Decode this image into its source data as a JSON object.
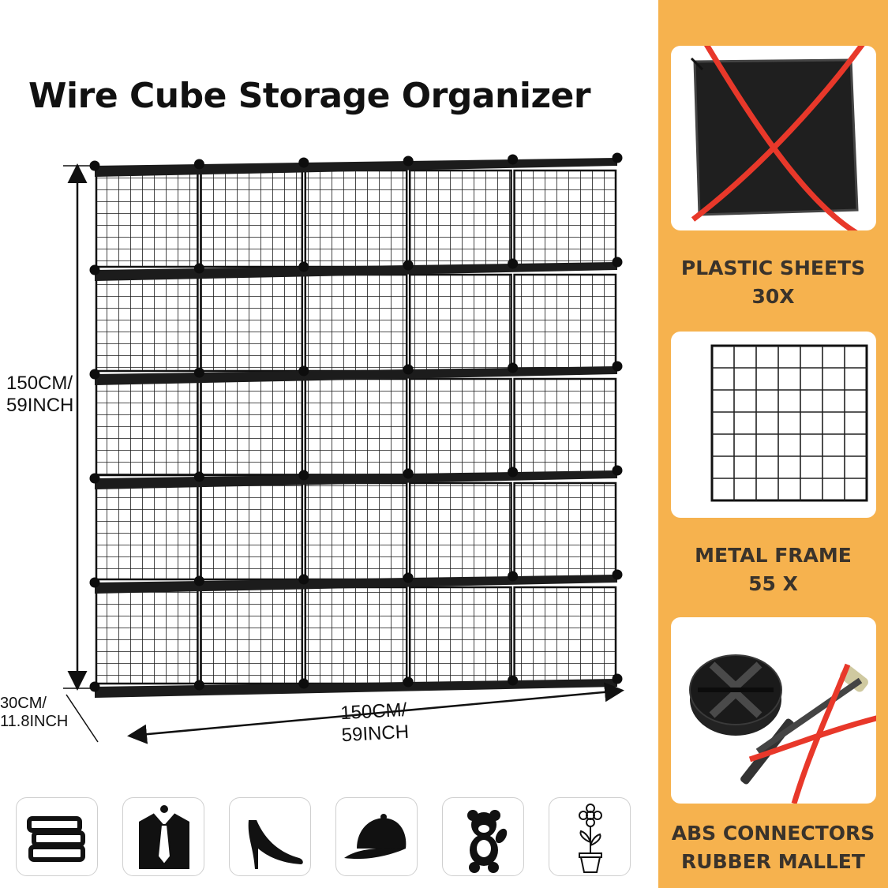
{
  "title": "Wire Cube Storage Organizer",
  "dimensions": {
    "height_line1": "150CM/",
    "height_line2": "59INCH",
    "depth_line1": "30CM/",
    "depth_line2": "11.8INCH",
    "width_line1": "150CM/",
    "width_line2": "59INCH"
  },
  "grid": {
    "rows": 5,
    "columns": 5
  },
  "colors": {
    "panel": "#f6b24e",
    "label_text": "#3a332b",
    "frame": "#111111",
    "cross": "#e8382a"
  },
  "usage_icons": [
    {
      "icon": "books-icon"
    },
    {
      "icon": "shirt-tie-icon"
    },
    {
      "icon": "high-heel-icon"
    },
    {
      "icon": "cap-icon"
    },
    {
      "icon": "teddy-bear-icon"
    },
    {
      "icon": "flower-pot-icon"
    }
  ],
  "parts": [
    {
      "line1": "PLASTIC SHEETS",
      "line2": "30X",
      "icon": "plastic-sheet-crossed-icon"
    },
    {
      "line1": "METAL FRAME",
      "line2": "55 X",
      "icon": "metal-grid-panel-icon"
    },
    {
      "line1": "ABS CONNECTORS",
      "line2": "RUBBER MALLET",
      "icon": "connector-mallet-crossed-icon"
    }
  ]
}
